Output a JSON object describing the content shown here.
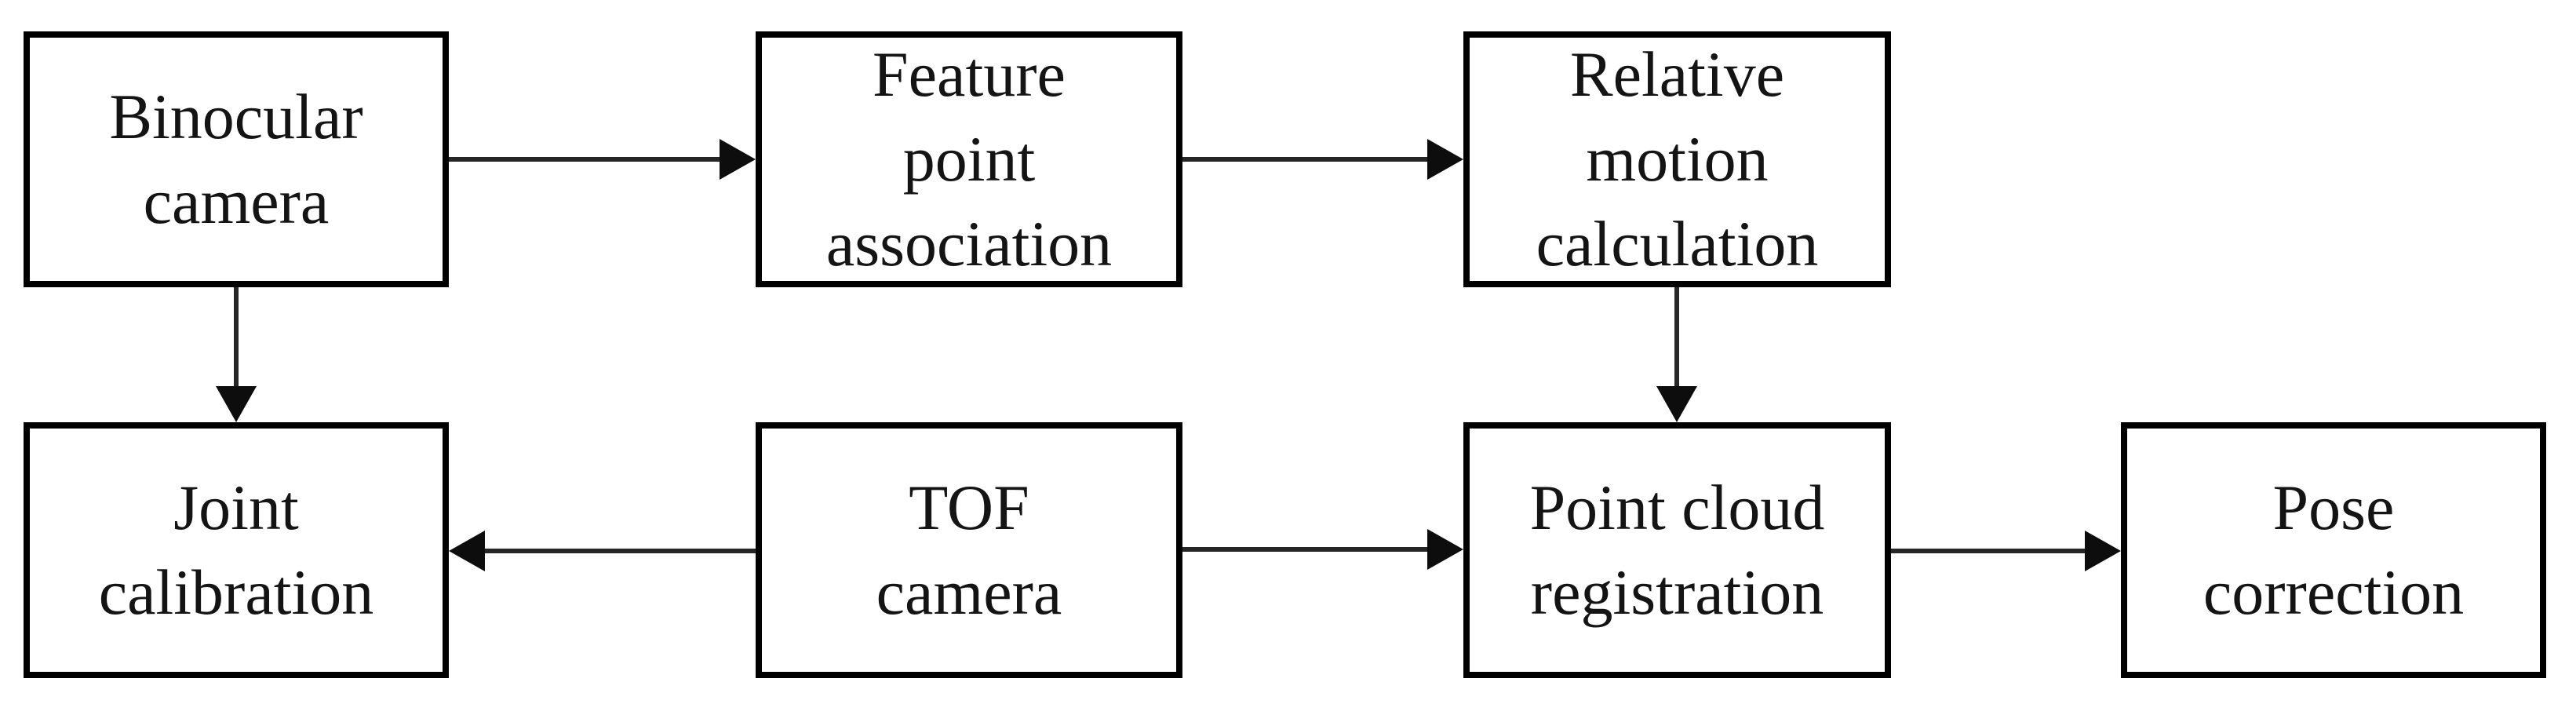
{
  "diagram": {
    "type": "flowchart",
    "colors": {
      "background": "#ffffff",
      "stroke": "#000000",
      "text": "#141414"
    },
    "nodes": [
      {
        "name": "binocular-camera",
        "label": "Binocular\ncamera"
      },
      {
        "name": "feature-point-association",
        "label": "Feature\npoint\nassociation"
      },
      {
        "name": "relative-motion-calculation",
        "label": "Relative\nmotion\ncalculation"
      },
      {
        "name": "joint-calibration",
        "label": "Joint\ncalibration"
      },
      {
        "name": "tof-camera",
        "label": "TOF\ncamera"
      },
      {
        "name": "point-cloud-registration",
        "label": "Point cloud\nregistration"
      },
      {
        "name": "pose-correction",
        "label": "Pose\ncorrection"
      }
    ],
    "edges": [
      {
        "from": "binocular-camera",
        "to": "feature-point-association",
        "direction": "right"
      },
      {
        "from": "feature-point-association",
        "to": "relative-motion-calculation",
        "direction": "right"
      },
      {
        "from": "binocular-camera",
        "to": "joint-calibration",
        "direction": "down"
      },
      {
        "from": "relative-motion-calculation",
        "to": "point-cloud-registration",
        "direction": "down"
      },
      {
        "from": "tof-camera",
        "to": "joint-calibration",
        "direction": "left"
      },
      {
        "from": "tof-camera",
        "to": "point-cloud-registration",
        "direction": "right"
      },
      {
        "from": "point-cloud-registration",
        "to": "pose-correction",
        "direction": "right"
      }
    ]
  }
}
